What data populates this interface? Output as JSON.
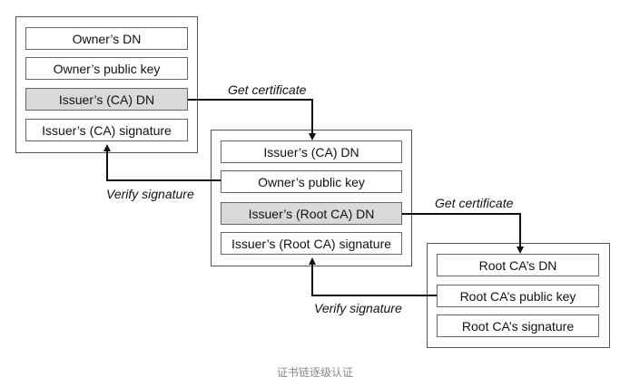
{
  "diagram": {
    "owner_cert": {
      "fields": [
        "Owner’s DN",
        "Owner’s public key",
        "Issuer’s (CA) DN",
        "Issuer’s (CA) signature"
      ]
    },
    "ca_cert": {
      "fields": [
        "Issuer’s (CA) DN",
        "Owner’s public key",
        "Issuer’s (Root CA) DN",
        "Issuer’s (Root CA) signature"
      ]
    },
    "root_cert": {
      "fields": [
        "Root CA’s DN",
        "Root CA’s public key",
        "Root CA’s signature"
      ]
    },
    "edges": {
      "get_certificate_1": "Get certificate",
      "verify_signature_1": "Verify signature",
      "get_certificate_2": "Get certificate",
      "verify_signature_2": "Verify signature"
    },
    "caption": "证书链逐级认证"
  }
}
